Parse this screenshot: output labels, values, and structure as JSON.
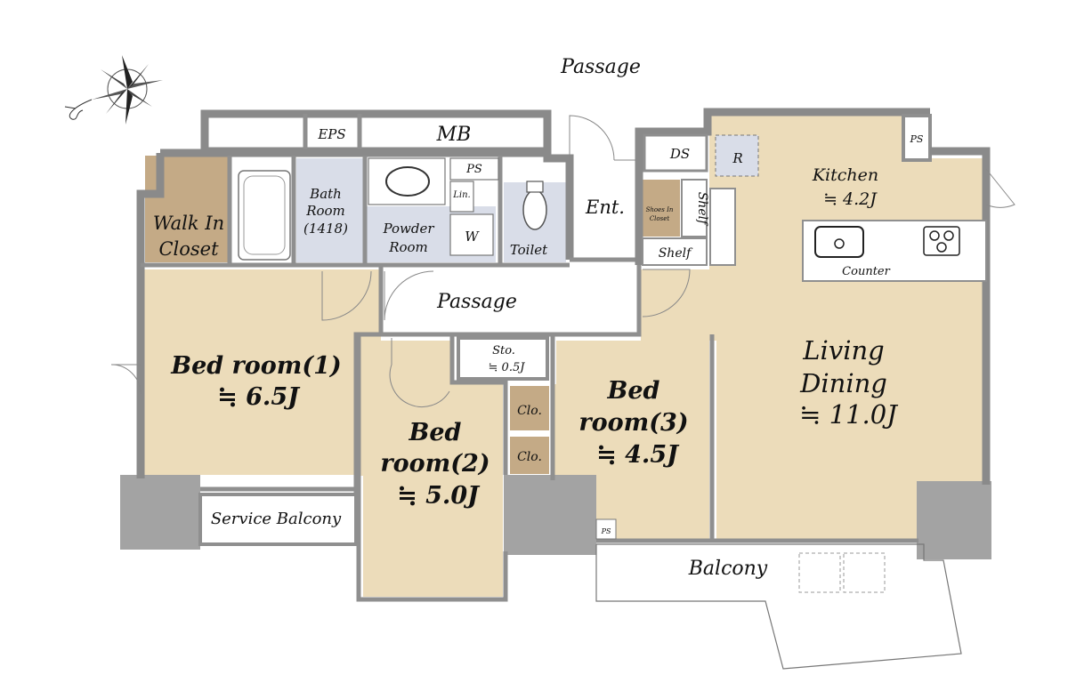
{
  "colors": {
    "room_fill": "#ecdcba",
    "wet_fill": "#d9dde8",
    "closet_fill": "#c4aa86",
    "column_fill": "#a3a3a3",
    "wall": "#8a8a8a",
    "background": "#ffffff"
  },
  "compass": {
    "icon": "compass-rose-icon"
  },
  "labels": {
    "passage_top": "Passage",
    "passage_mid": "Passage",
    "eps": "EPS",
    "mb": "MB",
    "ps_powder": "PS",
    "ps_kitchen": "PS",
    "ps_balcony": "PS",
    "walkin_1": "Walk In",
    "walkin_2": "Closet",
    "bath_1": "Bath",
    "bath_2": "Room",
    "bath_3": "(1418)",
    "powder_1": "Powder",
    "powder_2": "Room",
    "lin": "Lin.",
    "w": "W",
    "toilet": "Toilet",
    "ent": "Ent.",
    "shoes_1": "Shoes In",
    "shoes_2": "Closet",
    "shelf_v": "Shelf",
    "shelf_h": "Shelf",
    "ds": "DS",
    "r": "R",
    "kitchen_1": "Kitchen",
    "kitchen_2": "≒ 4.2J",
    "counter": "Counter",
    "living_1": "Living",
    "living_2": "Dining",
    "living_3": "≒ 11.0J",
    "bed1_1": "Bed room(1)",
    "bed1_2": "≒ 6.5J",
    "bed2_1": "Bed",
    "bed2_2": "room(2)",
    "bed2_3": "≒ 5.0J",
    "bed3_1": "Bed",
    "bed3_2": "room(3)",
    "bed3_3": "≒ 4.5J",
    "sto_1": "Sto.",
    "sto_2": "≒ 0.5J",
    "clo_1": "Clo.",
    "clo_2": "Clo.",
    "service_balcony": "Service Balcony",
    "balcony": "Balcony"
  }
}
